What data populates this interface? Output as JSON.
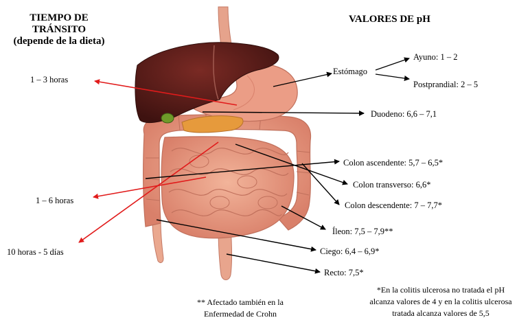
{
  "left_header": {
    "line1": "TIEMPO DE",
    "line2": "TRÁNSITO",
    "line3": "(depende de la dieta)"
  },
  "right_header": "VALORES DE pH",
  "transit_times": [
    "1 – 3 horas",
    "1 – 6 horas",
    "10 horas - 5 días"
  ],
  "ph_labels": {
    "estomago": "Estómago",
    "ayuno": "Ayuno: 1 – 2",
    "postprandial": "Postprandial: 2 – 5",
    "duodeno": "Duodeno: 6,6 – 7,1",
    "colon_ascendente": "Colon ascendente: 5,7 – 6,5*",
    "colon_transverso": "Colon transverso: 6,6*",
    "colon_descendente": "Colon descendente: 7 – 7,7*",
    "ileon": "Íleon: 7,5 – 7,9**",
    "ciego": "Ciego: 6,4 – 6,9*",
    "recto": "Recto: 7,5*"
  },
  "footnote_crohn": {
    "line1": "** Afectado también en la",
    "line2": "Enfermedad de Crohn"
  },
  "footnote_colitis": {
    "line1": "*En la colitis ulcerosa no tratada el pH",
    "line2": "alcanza valores de 4 y en la colitis ulcerosa",
    "line3": "tratada alcanza valores de 5,5"
  },
  "colors": {
    "transit_arrow": "#e11b1b",
    "ph_arrow": "#000000",
    "liver": "#5a1f1b",
    "intestine": "#e79a7e"
  }
}
